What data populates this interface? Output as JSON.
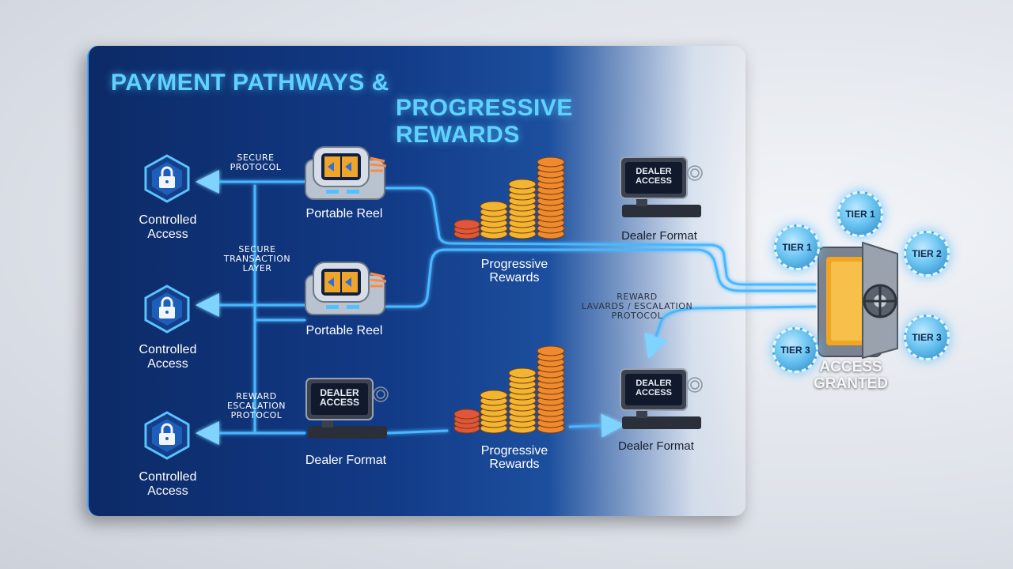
{
  "title": {
    "line1": "PAYMENT PATHWAYS &",
    "line2": "PROGRESSIVE REWARDS"
  },
  "controlled_access": [
    {
      "line1": "Controlled",
      "line2": "Access"
    },
    {
      "line1": "Controlled",
      "line2": "Access"
    },
    {
      "line1": "Controlled",
      "line2": "Access"
    }
  ],
  "portable_reels": [
    "Portable Reel",
    "Portable Reel"
  ],
  "dealer_formats": {
    "bottom_left": "Dealer Format",
    "top_right": "Dealer Format",
    "bottom_right": "Dealer Format"
  },
  "dealer_screen": {
    "line1": "DEALER",
    "line2": "ACCESS"
  },
  "progressive_rewards": [
    {
      "line1": "Progressive",
      "line2": "Rewards"
    },
    {
      "line1": "Progressive",
      "line2": "Rewards"
    }
  ],
  "annotations": {
    "secure_protocol": {
      "line1": "SECURE",
      "line2": "PROTOCOL"
    },
    "secure_transaction": {
      "line1": "SECURE",
      "line2": "TRANSACTION",
      "line3": "LAYER"
    },
    "reward_escalation_left": {
      "line1": "REWARD",
      "line2": "ESCALATION",
      "line3": "PROTOCOL"
    },
    "reward_escalation_right": {
      "line1": "REWARD",
      "line2": "LAVARDS / ESCALATION",
      "line3": "PROTOCOL"
    }
  },
  "tiers": {
    "top": "TIER 1",
    "left": "TIER 1",
    "right": "TIER 2",
    "bottom_left": "TIER 3",
    "bottom_right": "TIER 3"
  },
  "vault_caption": {
    "line1": "ACCESS",
    "line2": "GRANTED"
  },
  "colors": {
    "panel_dark": "#0c2a66",
    "flow_line": "#49b8ff",
    "title_cyan": "#5fd2ff",
    "chip_gold": "#f2b531",
    "chip_red": "#e2553a"
  }
}
